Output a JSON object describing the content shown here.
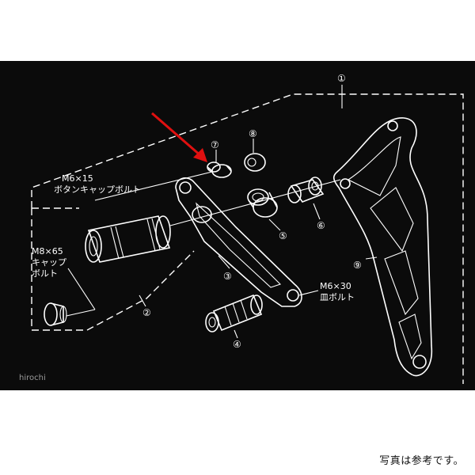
{
  "colors": {
    "background": "#0b0b0b",
    "line": "#ffffff",
    "arrow": "#e01010",
    "page": "#ffffff"
  },
  "callouts": {
    "num1": "①",
    "num2": "②",
    "num3": "③",
    "num4": "④",
    "num5": "⑤",
    "num6": "⑥",
    "num7": "⑦",
    "num8": "⑧",
    "num9": "⑨"
  },
  "labels": {
    "bolt_m6x15": "M6×15",
    "bolt_m6x15_sub": "ボタンキャップボルト",
    "bolt_m8x65": "M8×65",
    "bolt_m8x65_sub1": "キャップ",
    "bolt_m8x65_sub2": "ボルト",
    "bolt_m6x30": "M6×30",
    "bolt_m6x30_sub": "皿ボルト"
  },
  "watermark": "hirochi",
  "caption": "写真は参考です。"
}
